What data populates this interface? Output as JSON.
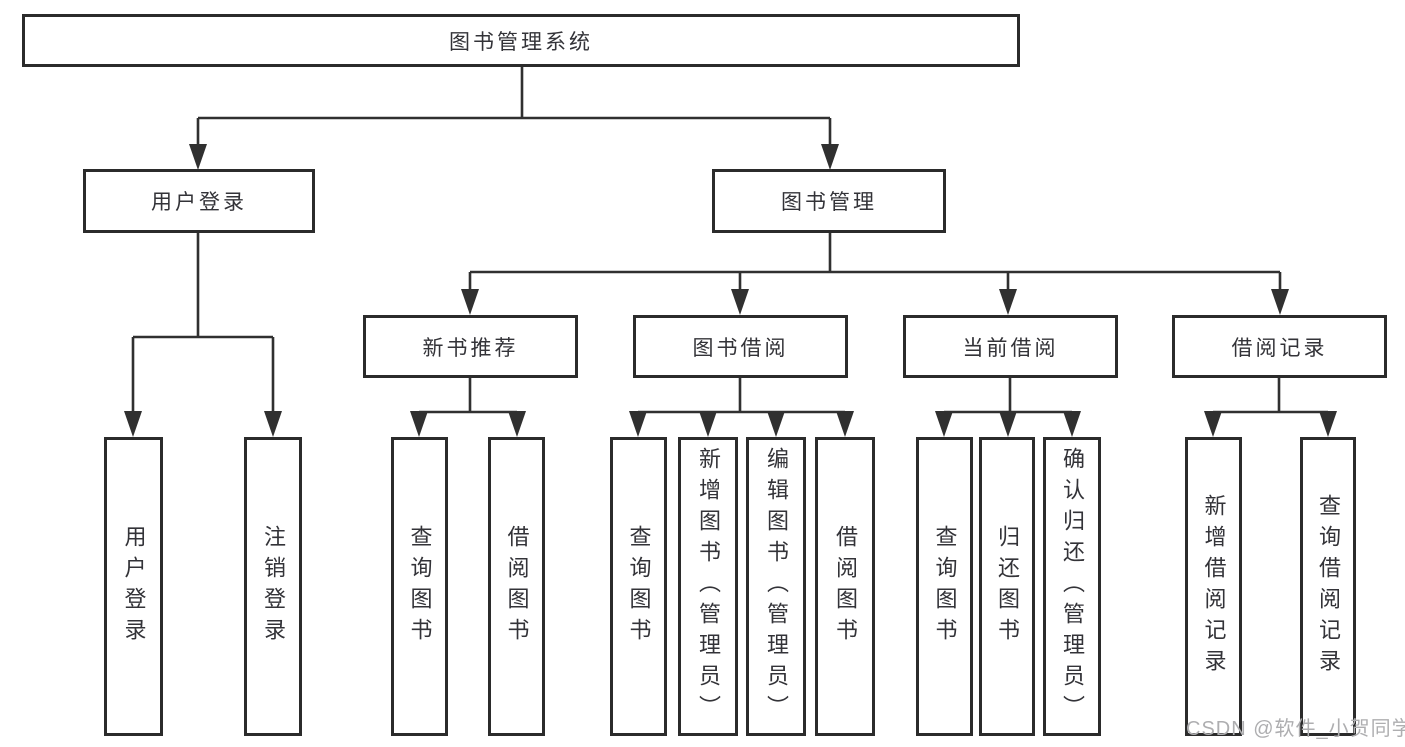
{
  "tree": {
    "root": {
      "label": "图书管理系统"
    },
    "branches": [
      {
        "label": "用户登录",
        "children": [
          {
            "label": "用户登录"
          },
          {
            "label": "注销登录"
          }
        ]
      },
      {
        "label": "图书管理",
        "children": [
          {
            "label": "新书推荐",
            "children": [
              {
                "label": "查询图书"
              },
              {
                "label": "借阅图书"
              }
            ]
          },
          {
            "label": "图书借阅",
            "children": [
              {
                "label": "查询图书"
              },
              {
                "label": "新增图书（管理员）"
              },
              {
                "label": "编辑图书（管理员）"
              },
              {
                "label": "借阅图书"
              }
            ]
          },
          {
            "label": "当前借阅",
            "children": [
              {
                "label": "查询图书"
              },
              {
                "label": "归还图书"
              },
              {
                "label": "确认归还（管理员）"
              }
            ]
          },
          {
            "label": "借阅记录",
            "children": [
              {
                "label": "新增借阅记录"
              },
              {
                "label": "查询借阅记录"
              }
            ]
          }
        ]
      }
    ]
  },
  "colors": {
    "line": "#303030",
    "box_border": "#2b2b2b",
    "text": "#333338",
    "watermark": "#aeaeb0",
    "background": "#ffffff"
  },
  "watermark": {
    "text": "CSDN @软件_小贺同学"
  }
}
